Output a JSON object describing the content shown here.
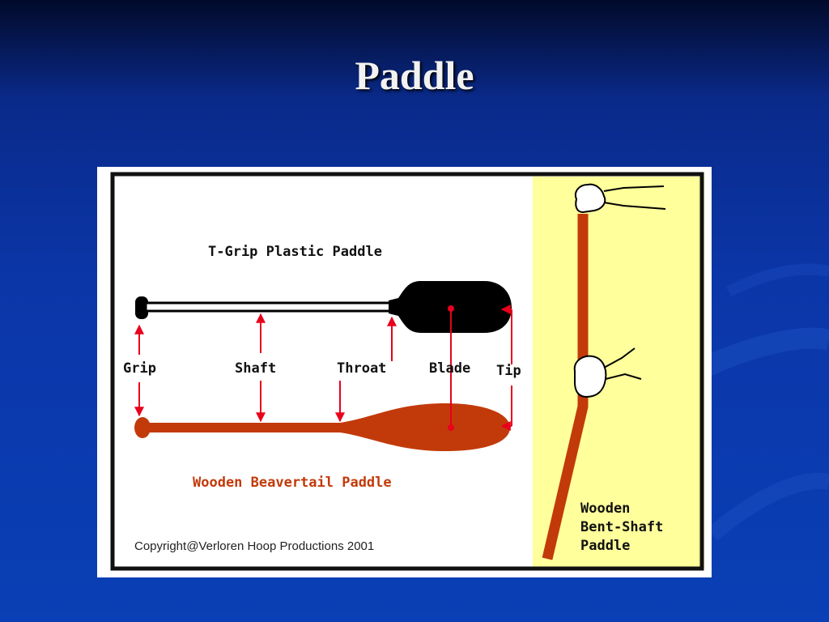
{
  "slide": {
    "title": "Paddle"
  },
  "diagram": {
    "tgrip_title": "T-Grip Plastic Paddle",
    "beavertail_title": "Wooden Beavertail Paddle",
    "parts": [
      "Grip",
      "Shaft",
      "Throat",
      "Blade",
      "Tip"
    ],
    "bent_shaft_title": [
      "Wooden",
      "Bent-Shaft",
      "Paddle"
    ],
    "copyright": "Copyright@Verloren Hoop Productions 2001"
  },
  "colors": {
    "background": "#0a3aad",
    "paddle_red": "#c23a0a",
    "panel_yellow": "#ffff9c",
    "paddle_black": "#000000"
  }
}
